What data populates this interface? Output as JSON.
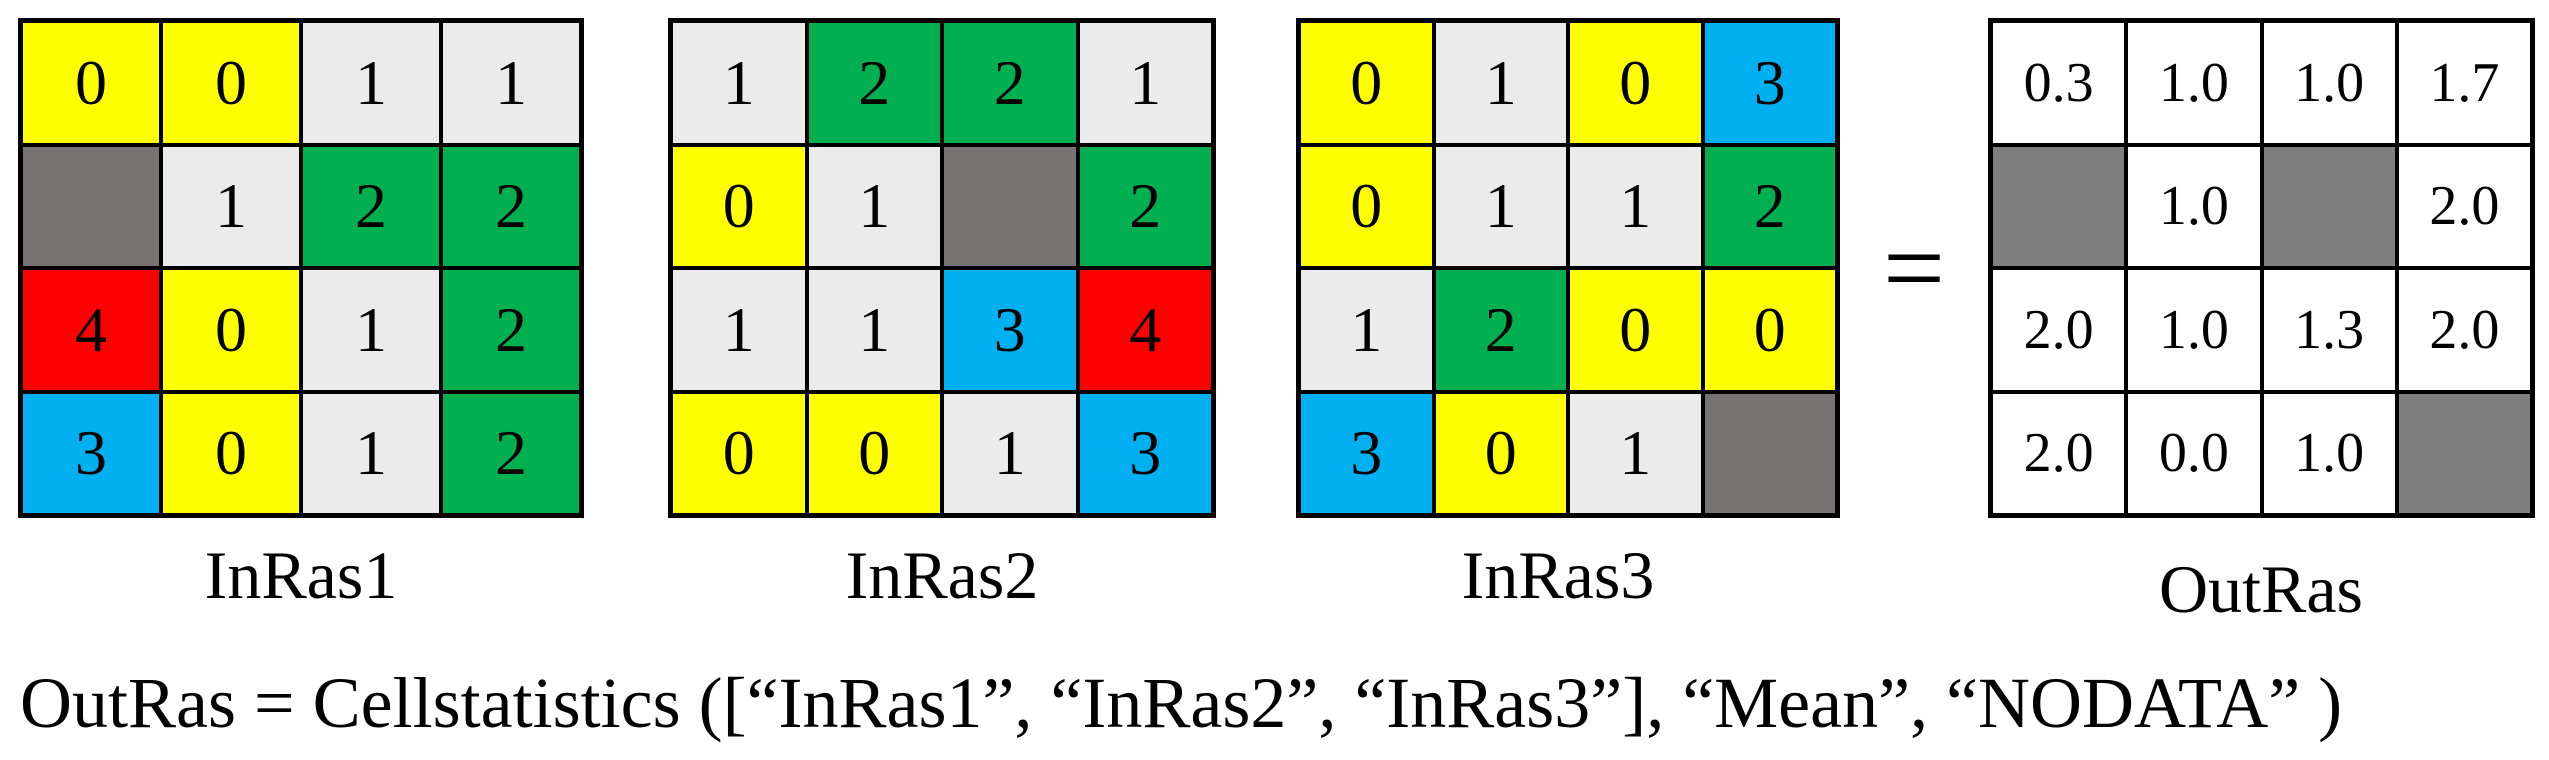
{
  "colors": {
    "0": "#ffff00",
    "1": "#ebebeb",
    "2": "#00b050",
    "3": "#00b0f0",
    "4": "#ff0000",
    "nodata": "#777372",
    "out_nodata": "#7f7f7f",
    "out_bg": "#ffffff"
  },
  "rasters": [
    {
      "name": "InRas1",
      "cells": [
        [
          "0",
          "0",
          "1",
          "1"
        ],
        [
          "",
          "1",
          "2",
          "2"
        ],
        [
          "4",
          "0",
          "1",
          "2"
        ],
        [
          "3",
          "0",
          "1",
          "2"
        ]
      ]
    },
    {
      "name": "InRas2",
      "cells": [
        [
          "1",
          "2",
          "2",
          "1"
        ],
        [
          "0",
          "1",
          "",
          "2"
        ],
        [
          "1",
          "1",
          "3",
          "4"
        ],
        [
          "0",
          "0",
          "1",
          "3"
        ]
      ]
    },
    {
      "name": "InRas3",
      "cells": [
        [
          "0",
          "1",
          "0",
          "3"
        ],
        [
          "0",
          "1",
          "1",
          "2"
        ],
        [
          "1",
          "2",
          "0",
          "0"
        ],
        [
          "3",
          "0",
          "1",
          ""
        ]
      ]
    }
  ],
  "output": {
    "name": "OutRas",
    "cells": [
      [
        "0.3",
        "1.0",
        "1.0",
        "1.7"
      ],
      [
        "",
        "1.0",
        "",
        "2.0"
      ],
      [
        "2.0",
        "1.0",
        "1.3",
        "2.0"
      ],
      [
        "2.0",
        "0.0",
        "1.0",
        ""
      ]
    ]
  },
  "equals_sign": "=",
  "formula": "OutRas = Cellstatistics ([“InRas1”, “InRas2”, “InRas3”], “Mean”, “NODATA” )"
}
